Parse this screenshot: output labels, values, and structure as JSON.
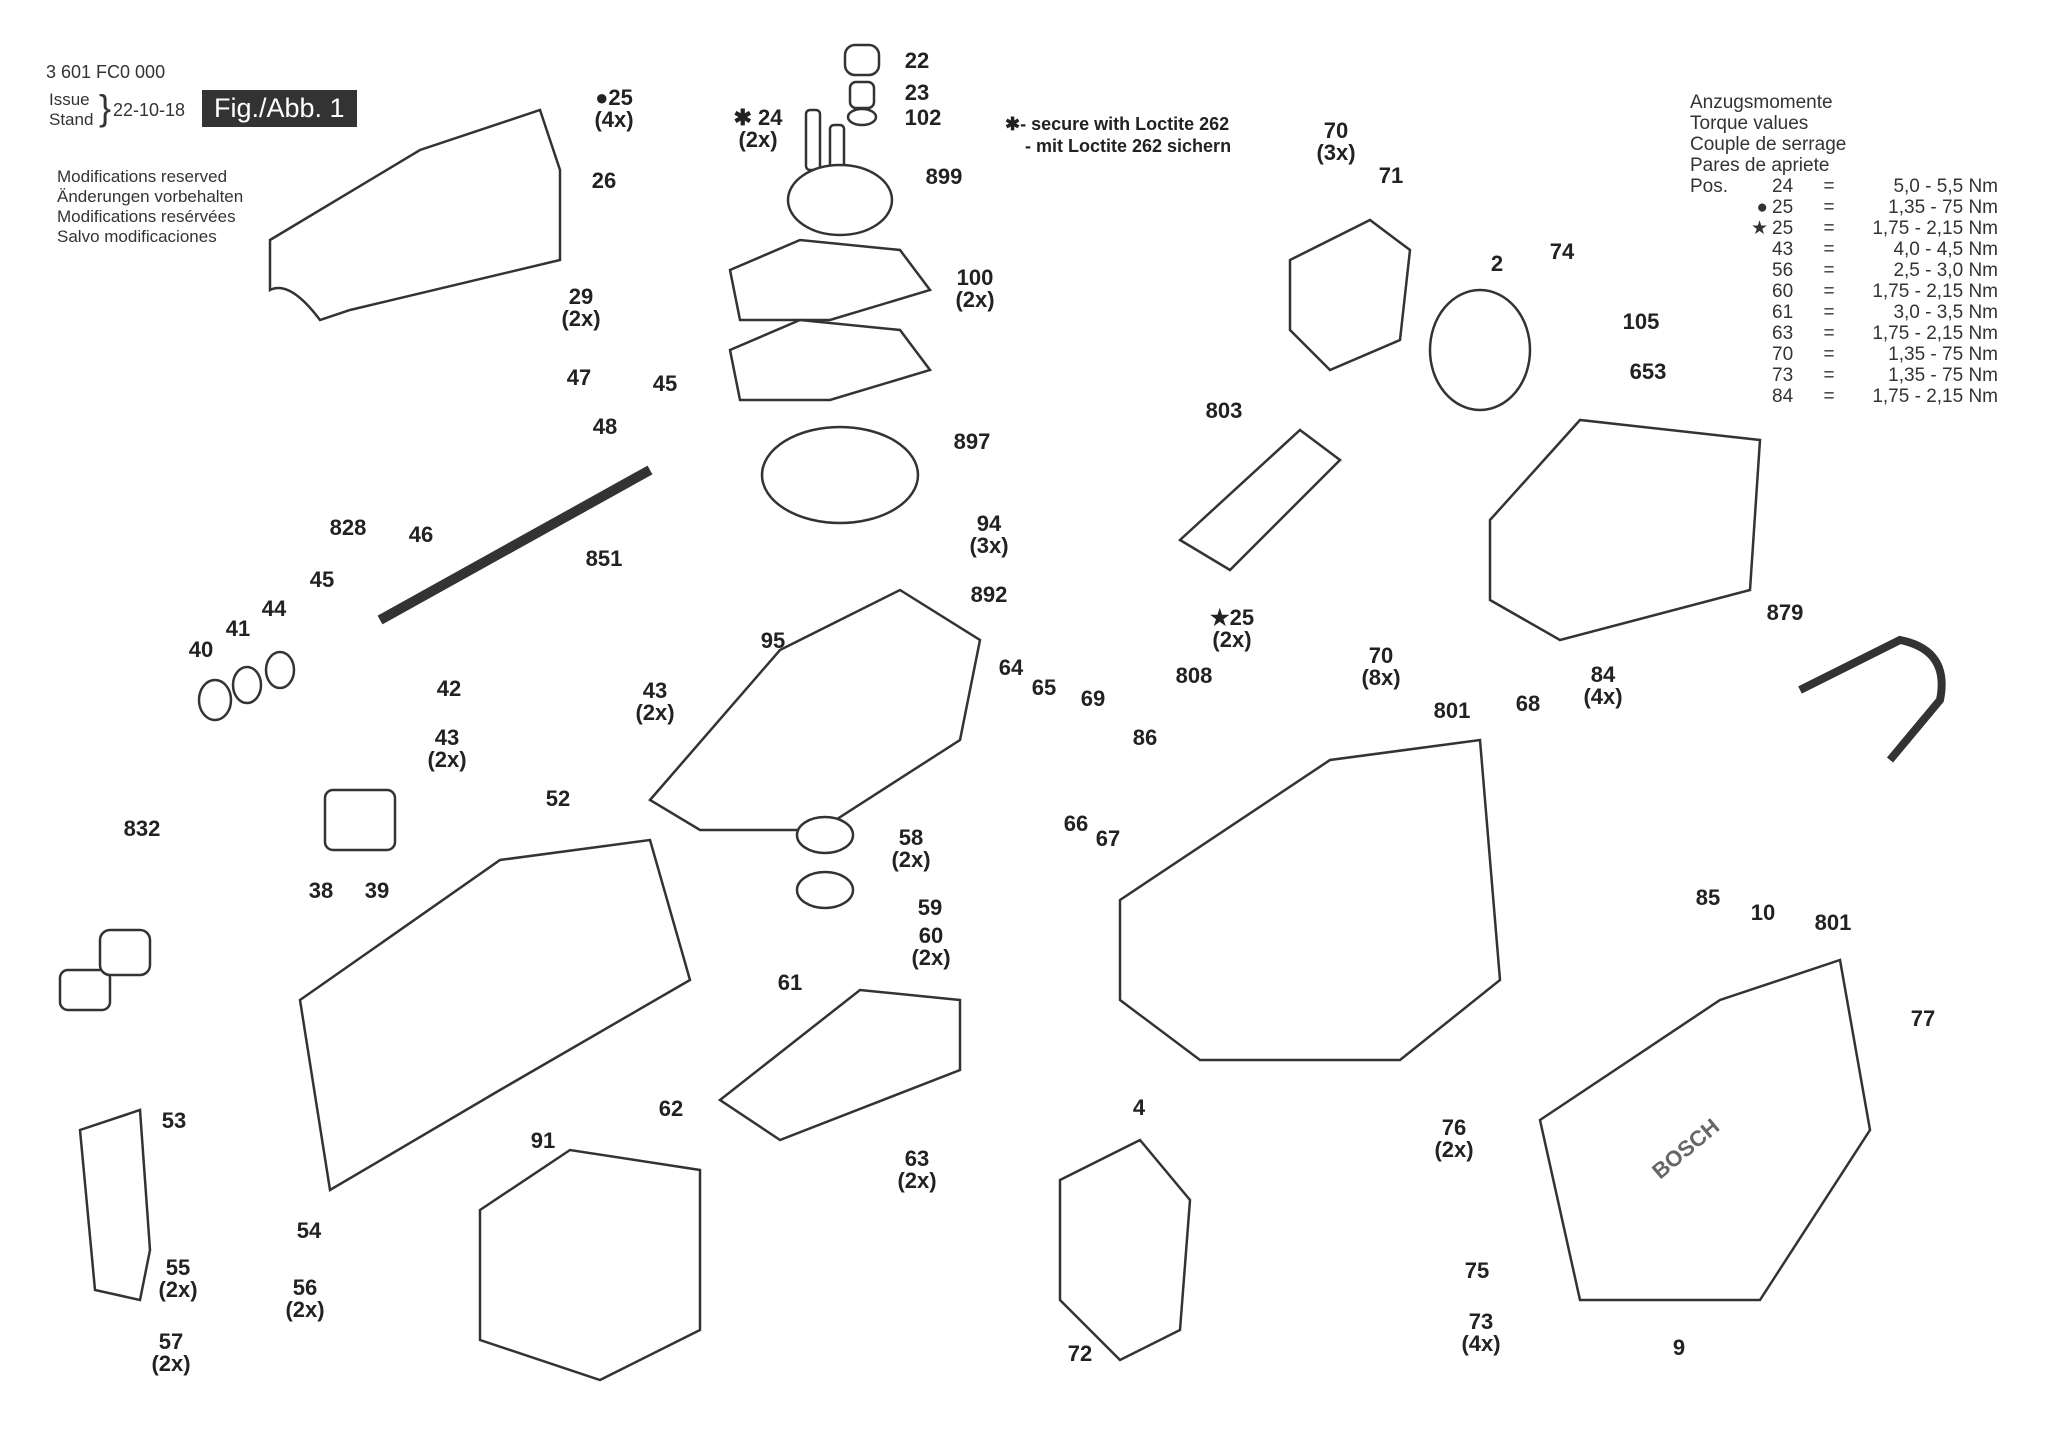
{
  "header": {
    "part_number": "3 601 FC0 000",
    "issue_label": "Issue",
    "stand_label": "Stand",
    "date": "22-10-18",
    "figure": "Fig./Abb. 1"
  },
  "notes": [
    "Modifications reserved",
    "Änderungen vorbehalten",
    "Modifications resérvées",
    "Salvo modificaciones"
  ],
  "loctite_note": {
    "marker": "✱",
    "line1": "- secure with Loctite 262",
    "line2": "- mit Loctite 262 sichern"
  },
  "torque": {
    "titles": [
      "Anzugsmomente",
      "Torque values",
      "Couple de serrage",
      "Pares de apriete"
    ],
    "pos_label": "Pos.",
    "rows": [
      {
        "marker": "",
        "pos": "24",
        "eq": "=",
        "value": "5,0 - 5,5 Nm"
      },
      {
        "marker": "●",
        "pos": "25",
        "eq": "=",
        "value": "1,35 - 75 Nm"
      },
      {
        "marker": "★",
        "pos": "25",
        "eq": "=",
        "value": "1,75 - 2,15 Nm"
      },
      {
        "marker": "",
        "pos": "43",
        "eq": "=",
        "value": "4,0 - 4,5 Nm"
      },
      {
        "marker": "",
        "pos": "56",
        "eq": "=",
        "value": "2,5 - 3,0 Nm"
      },
      {
        "marker": "",
        "pos": "60",
        "eq": "=",
        "value": "1,75 - 2,15 Nm"
      },
      {
        "marker": "",
        "pos": "61",
        "eq": "=",
        "value": "3,0 - 3,5 Nm"
      },
      {
        "marker": "",
        "pos": "63",
        "eq": "=",
        "value": "1,75 - 2,15 Nm"
      },
      {
        "marker": "",
        "pos": "70",
        "eq": "=",
        "value": "1,35 - 75 Nm"
      },
      {
        "marker": "",
        "pos": "73",
        "eq": "=",
        "value": "1,35 - 75 Nm"
      },
      {
        "marker": "",
        "pos": "84",
        "eq": "=",
        "value": "1,75 - 2,15 Nm"
      }
    ]
  },
  "callouts": [
    {
      "num": "22",
      "qty": ""
    },
    {
      "num": "23",
      "qty": ""
    },
    {
      "num": "102",
      "qty": ""
    },
    {
      "num": "✱ 24",
      "qty": "(2x)"
    },
    {
      "num": "899",
      "qty": ""
    },
    {
      "num": "100",
      "qty": "(2x)"
    },
    {
      "num": "●25",
      "qty": "(4x)"
    },
    {
      "num": "26",
      "qty": ""
    },
    {
      "num": "29",
      "qty": "(2x)"
    },
    {
      "num": "47",
      "qty": ""
    },
    {
      "num": "45",
      "qty": ""
    },
    {
      "num": "48",
      "qty": ""
    },
    {
      "num": "828",
      "qty": ""
    },
    {
      "num": "46",
      "qty": ""
    },
    {
      "num": "851",
      "qty": ""
    },
    {
      "num": "45",
      "qty": ""
    },
    {
      "num": "40",
      "qty": ""
    },
    {
      "num": "41",
      "qty": ""
    },
    {
      "num": "44",
      "qty": ""
    },
    {
      "num": "42",
      "qty": ""
    },
    {
      "num": "43",
      "qty": "(2x)"
    },
    {
      "num": "43",
      "qty": "(2x)"
    },
    {
      "num": "897",
      "qty": ""
    },
    {
      "num": "94",
      "qty": "(3x)"
    },
    {
      "num": "892",
      "qty": ""
    },
    {
      "num": "95",
      "qty": ""
    },
    {
      "num": "64",
      "qty": ""
    },
    {
      "num": "65",
      "qty": ""
    },
    {
      "num": "69",
      "qty": ""
    },
    {
      "num": "86",
      "qty": ""
    },
    {
      "num": "66",
      "qty": ""
    },
    {
      "num": "67",
      "qty": ""
    },
    {
      "num": "832",
      "qty": ""
    },
    {
      "num": "38",
      "qty": ""
    },
    {
      "num": "39",
      "qty": ""
    },
    {
      "num": "52",
      "qty": ""
    },
    {
      "num": "58",
      "qty": "(2x)"
    },
    {
      "num": "59",
      "qty": ""
    },
    {
      "num": "60",
      "qty": "(2x)"
    },
    {
      "num": "61",
      "qty": ""
    },
    {
      "num": "62",
      "qty": ""
    },
    {
      "num": "63",
      "qty": "(2x)"
    },
    {
      "num": "53",
      "qty": ""
    },
    {
      "num": "54",
      "qty": ""
    },
    {
      "num": "55",
      "qty": "(2x)"
    },
    {
      "num": "56",
      "qty": "(2x)"
    },
    {
      "num": "57",
      "qty": "(2x)"
    },
    {
      "num": "91",
      "qty": ""
    },
    {
      "num": "4",
      "qty": ""
    },
    {
      "num": "72",
      "qty": ""
    },
    {
      "num": "70",
      "qty": "(3x)"
    },
    {
      "num": "71",
      "qty": ""
    },
    {
      "num": "2",
      "qty": ""
    },
    {
      "num": "74",
      "qty": ""
    },
    {
      "num": "105",
      "qty": ""
    },
    {
      "num": "653",
      "qty": ""
    },
    {
      "num": "803",
      "qty": ""
    },
    {
      "num": "★25",
      "qty": "(2x)"
    },
    {
      "num": "808",
      "qty": ""
    },
    {
      "num": "70",
      "qty": "(8x)"
    },
    {
      "num": "801",
      "qty": ""
    },
    {
      "num": "68",
      "qty": ""
    },
    {
      "num": "84",
      "qty": "(4x)"
    },
    {
      "num": "879",
      "qty": ""
    },
    {
      "num": "85",
      "qty": ""
    },
    {
      "num": "10",
      "qty": ""
    },
    {
      "num": "801",
      "qty": ""
    },
    {
      "num": "77",
      "qty": ""
    },
    {
      "num": "76",
      "qty": "(2x)"
    },
    {
      "num": "75",
      "qty": ""
    },
    {
      "num": "73",
      "qty": "(4x)"
    },
    {
      "num": "9",
      "qty": ""
    }
  ],
  "logo_text": "BOSCH"
}
